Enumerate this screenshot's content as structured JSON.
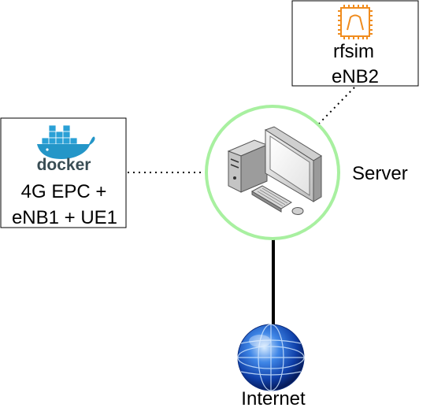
{
  "server": {
    "label": "Server",
    "ring_color": "#a8f0a0"
  },
  "docker_box": {
    "logo_text": "docker",
    "line1": "4G EPC +",
    "line2": "eNB1 + UE1",
    "logo_color": "#2496c8",
    "logo_text_color": "#394d54"
  },
  "rfsim_box": {
    "line1": "rfsim",
    "line2": "eNB2",
    "chip_color": "#f08c1e"
  },
  "internet": {
    "label": "Internet"
  },
  "icons": {
    "computer": "computer-icon",
    "globe": "globe-icon",
    "chip": "chip-icon",
    "docker": "docker-whale-icon"
  }
}
